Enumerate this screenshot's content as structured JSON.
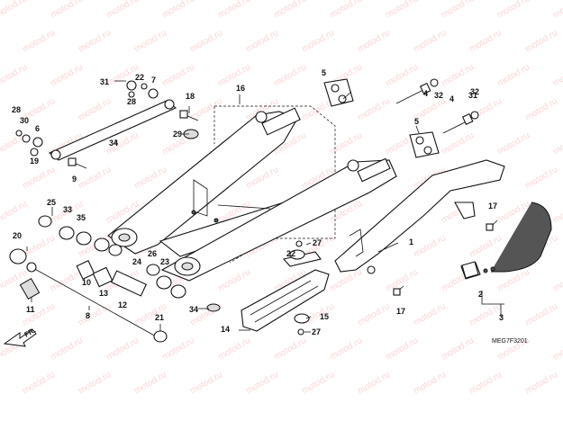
{
  "diagram": {
    "code": "MEG7F3201",
    "direction_label": "FR.",
    "watermark": "motod.ru",
    "callouts": [
      "31",
      "22",
      "7",
      "28",
      "18",
      "16",
      "5",
      "4",
      "32",
      "31",
      "28",
      "30",
      "6",
      "34",
      "29",
      "19",
      "9",
      "25",
      "33",
      "35",
      "20",
      "24",
      "26",
      "23",
      "10",
      "13",
      "12",
      "11",
      "8",
      "21",
      "34",
      "22",
      "27",
      "1",
      "17",
      "2",
      "3",
      "14",
      "15",
      "27",
      "17",
      "5",
      "4",
      "32"
    ]
  }
}
